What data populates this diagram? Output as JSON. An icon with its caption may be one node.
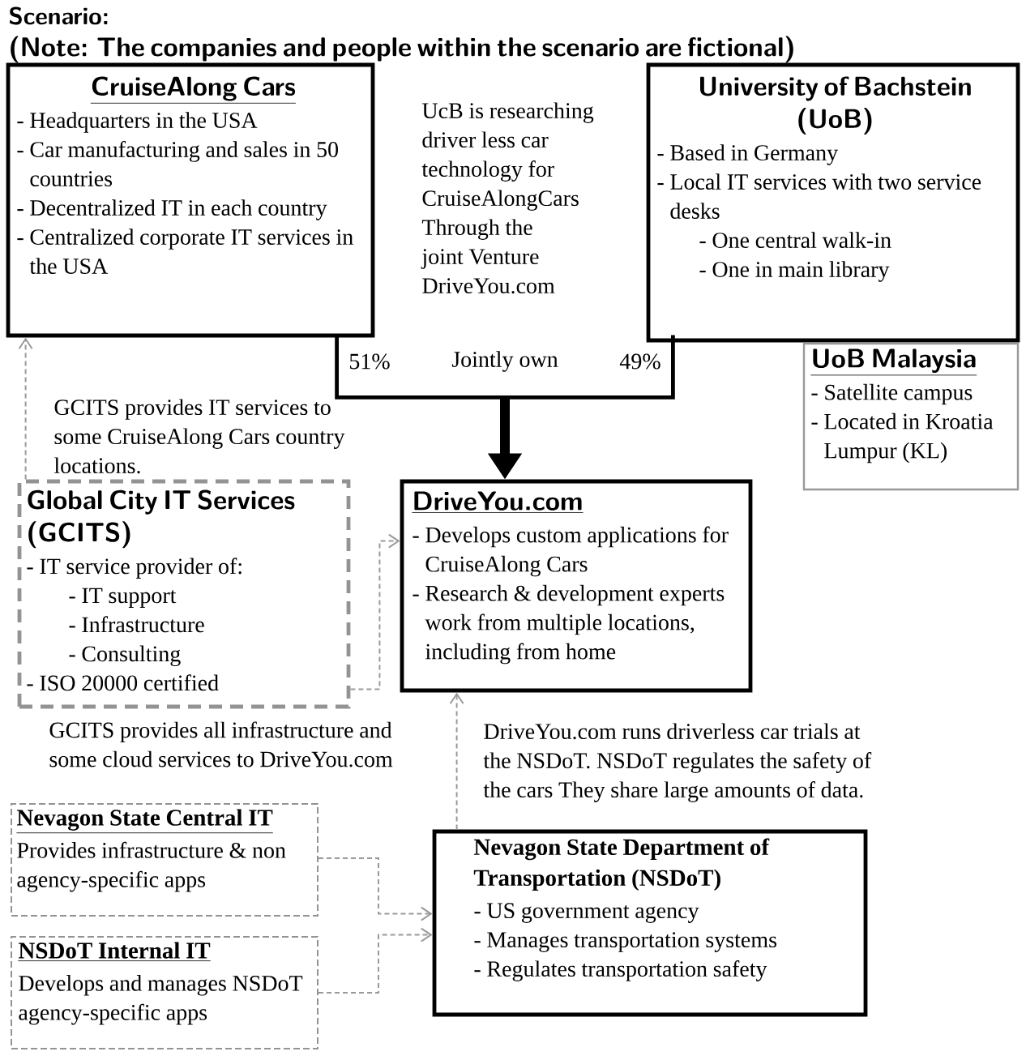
{
  "diagram": {
    "title": "Scenario:",
    "nodes": [
      {
        "text": [
          "CruiseAlong Cars",
          "- Headquarters in the USA",
          "- Car manufacturing and sales in 50 countries",
          "- Decentralized IT in each country",
          "- Centralized corporate IT services in the USA"
        ]
      },
      {
        "text": [
          "University of Bachstein (UoB)",
          "- Based in Germany",
          "- Local IT services with two service desks",
          "- One central walk-in",
          "- One in main library"
        ]
      },
      {
        "text": [
          "51%",
          "Jointly own",
          "49%"
        ]
      },
      {
        "text": [
          "UoB Malaysia",
          "- Satellite campus",
          "- Located in Kroatia Lumpur (KL)"
        ]
      },
      {
        "text": [
          "Global City IT Services (GCITS)",
          "- IT service provider of:",
          "- IT support",
          "- Infrastructure",
          "- Consulting",
          "- ISO 20000 certified"
        ]
      },
      {
        "text": [
          "DriveYou.com",
          "- Develops custom applications for CruiseAlong Cars",
          "- Research & development experts work from multiple locations, including from home"
        ]
      },
      {
        "text": [
          "Nevagon State Central IT",
          "Provides infrastructure & non agency-specific apps"
        ]
      },
      {
        "text": [
          "NSDoT Internal IT",
          "Develops and manages NSDoT agency-specific apps"
        ]
      },
      {
        "text": [
          "Nevagon State Department of Transportation (NSDoT)",
          "- US government agency",
          "- Manages transportation systems",
          "- Regulates transportation safety"
        ]
      }
    ],
    "edges": [
      {
        "from": 2,
        "to": 5,
        "arrow": "to",
        "style": "thick",
        "color": "#000000"
      },
      {
        "from": 4,
        "to": 0,
        "arrow": "to",
        "style": "dashed",
        "label": "GCITS provides IT services to some CruiseAlong Cars country locations."
      },
      {
        "from": 4,
        "to": 5,
        "arrow": "to",
        "style": "dashed"
      },
      {
        "from": 8,
        "to": 5,
        "arrow": "to",
        "style": "dashed",
        "label": "DriveYou.com runs driverless car trials at the NSDoT. NSDoT regulates the safety of the cars They share large amounts of data."
      },
      {
        "from": 6,
        "to": 8,
        "arrow": "to",
        "style": "dashed"
      },
      {
        "from": 7,
        "to": 8,
        "arrow": "to",
        "style": "dashed"
      }
    ],
    "labels": [
      "(Note: The companies and people within the scenario are fictional)",
      "UcB is researching driver less car technology for CruiseAlongCars Through the joint Venture DriveYou.com",
      "GCITS provides all infrastructure and some cloud services to DriveYou.com"
    ]
  }
}
